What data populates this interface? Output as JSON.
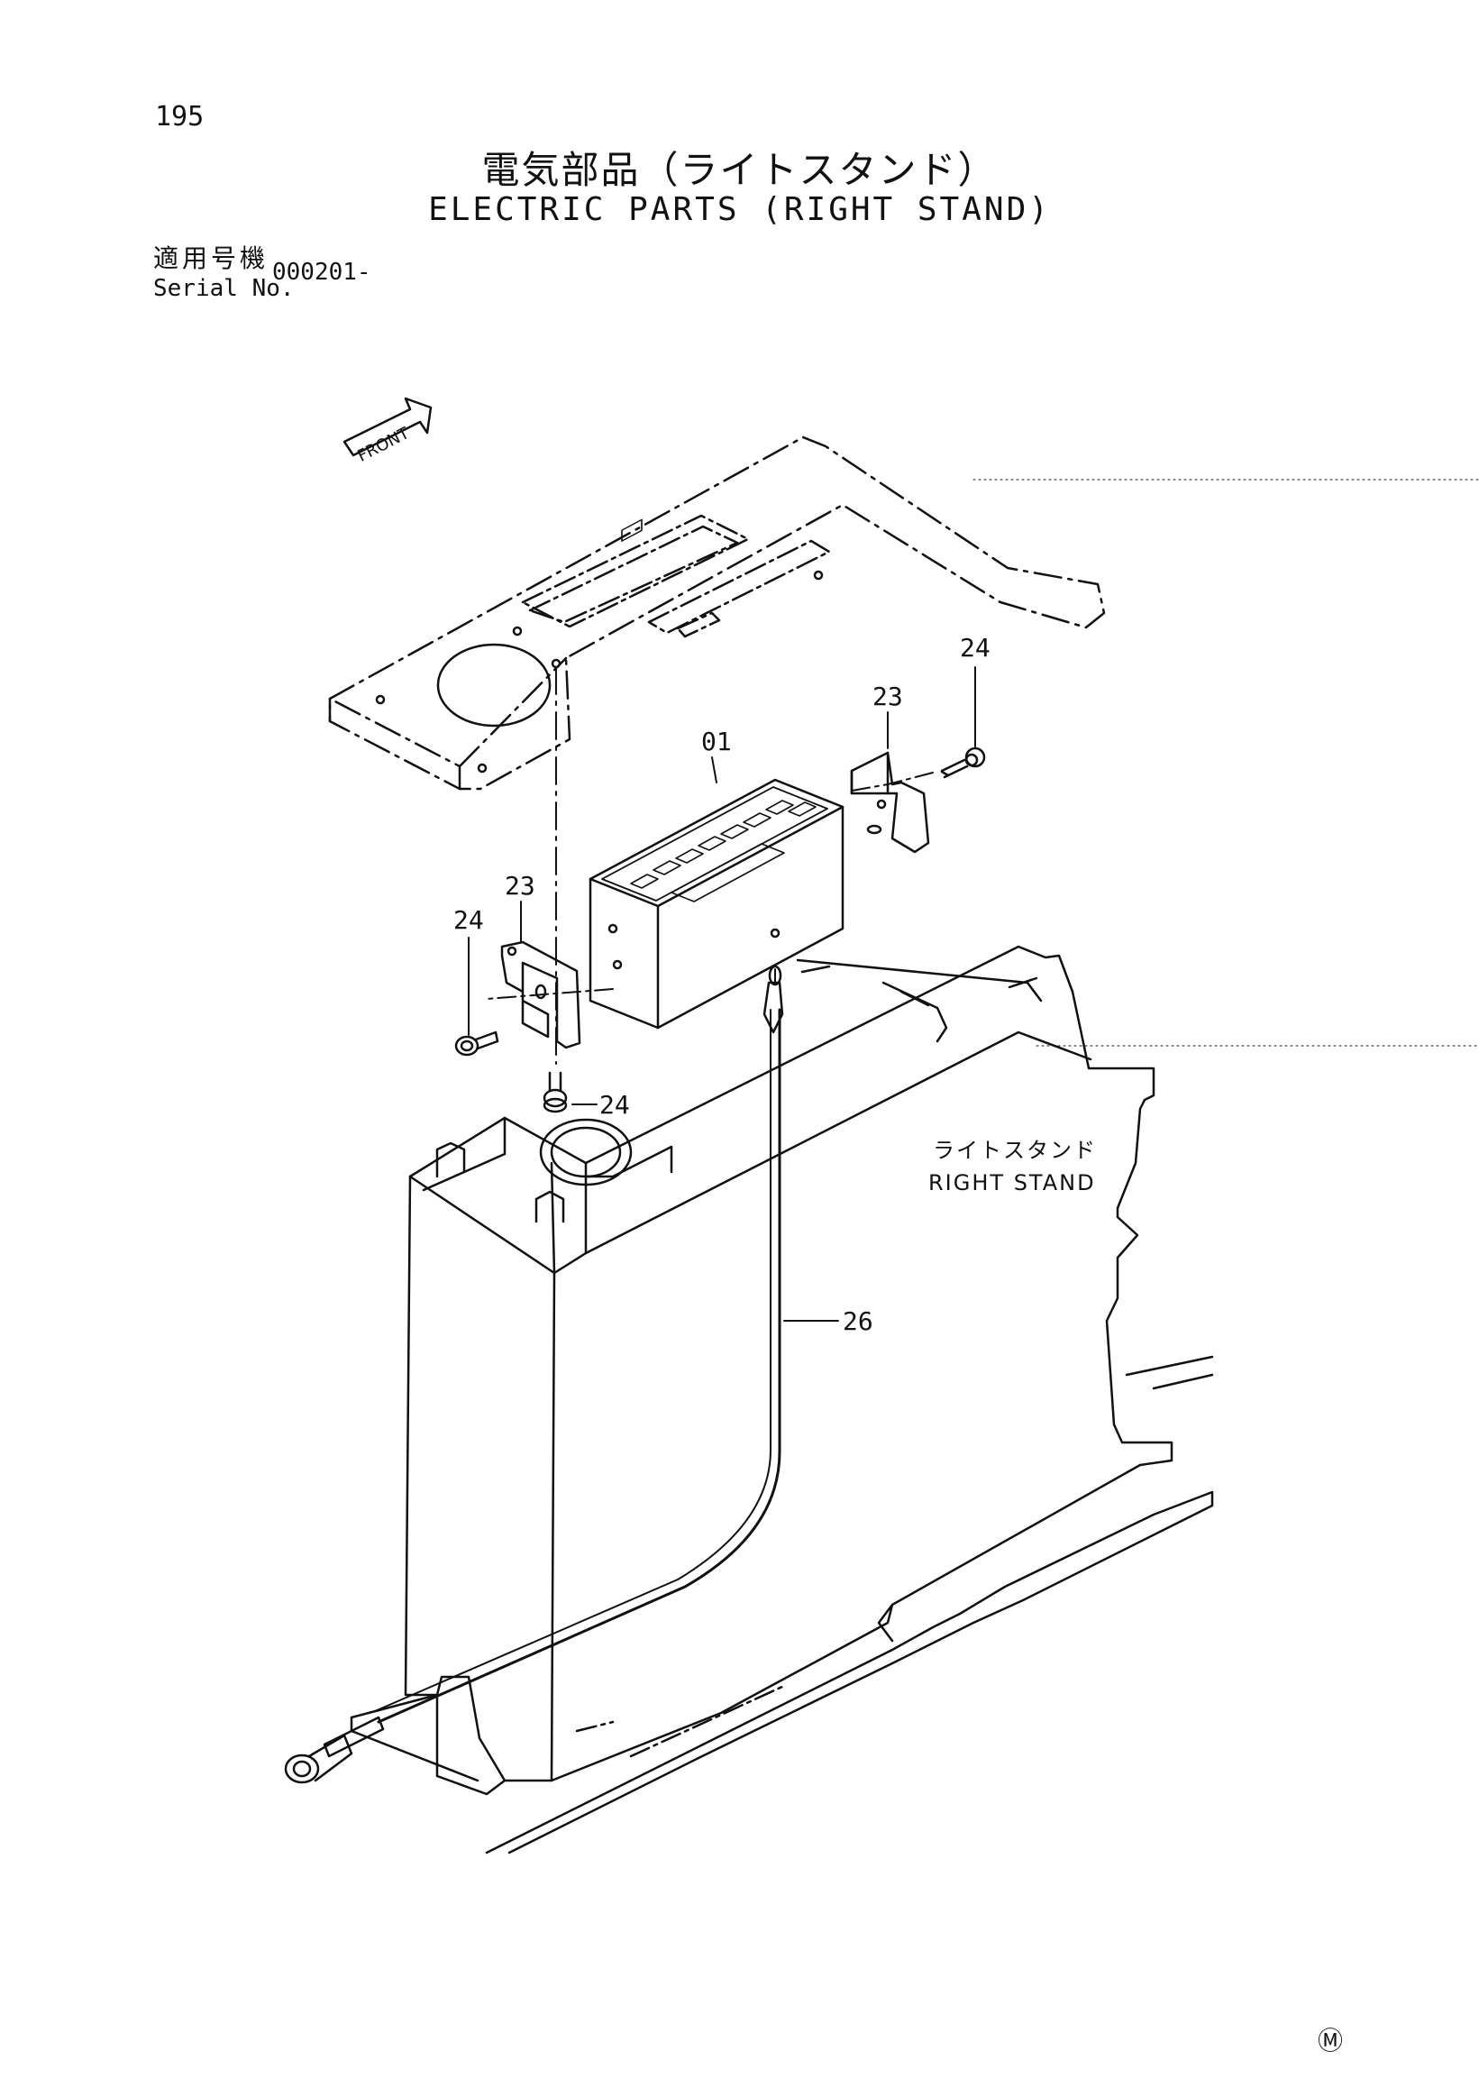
{
  "page": {
    "number": "195"
  },
  "title": {
    "japanese": "電気部品（ライトスタンド）",
    "english": "ELECTRIC PARTS (RIGHT STAND)"
  },
  "serial": {
    "label_jp": "適用号機",
    "label_en": "Serial No.",
    "value": "000201-"
  },
  "diagram": {
    "front_label": "FRONT",
    "stand_label_jp": "ライトスタンド",
    "stand_label_en": "RIGHT STAND",
    "callouts": {
      "part_01": "01",
      "bracket_right": "23",
      "bracket_left": "23",
      "bolt_top_right": "24",
      "bolt_left": "24",
      "bolt_bottom": "24",
      "harness": "26"
    }
  },
  "footer": {
    "mark": "Ⓜ"
  }
}
